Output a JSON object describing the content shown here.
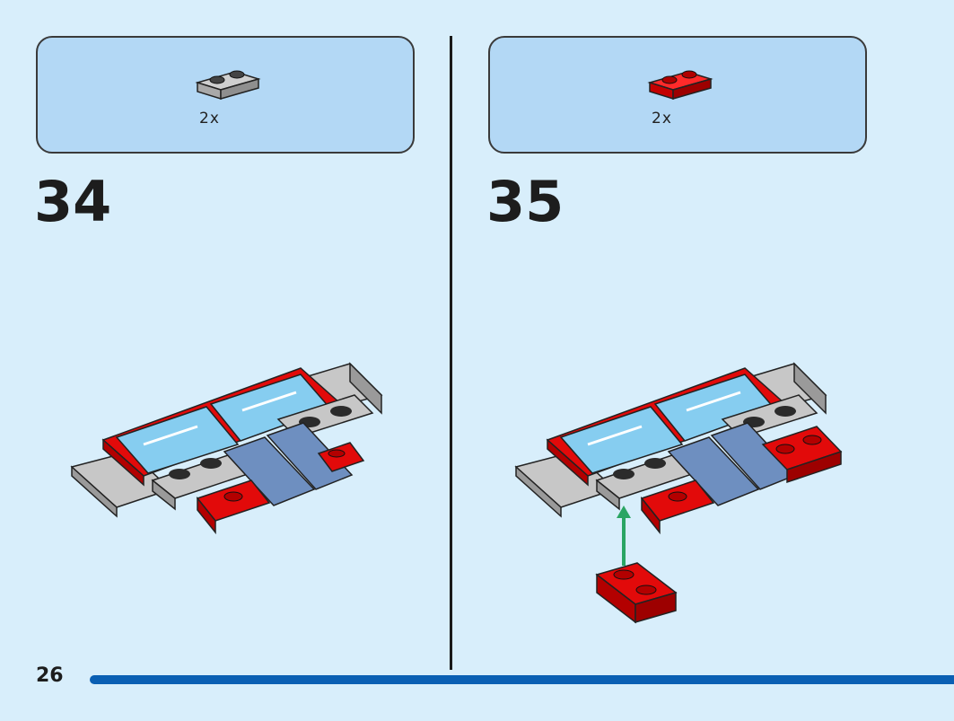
{
  "page": {
    "number": "26"
  },
  "steps": [
    {
      "number": "34",
      "parts": [
        {
          "quantity": "2x",
          "color": "#b5b5b5",
          "name": "plate-1x2"
        }
      ]
    },
    {
      "number": "35",
      "parts": [
        {
          "quantity": "2x",
          "color": "#e20a0a",
          "name": "plate-1x2"
        }
      ]
    }
  ],
  "colors": {
    "background": "#d8eefb",
    "parts_box": "#b3d8f5",
    "grey": "#b5b5b5",
    "red": "#e20a0a",
    "glass": "#86cdf0",
    "arrow": "#2aa563",
    "accent_bar": "#0a5fb3"
  }
}
